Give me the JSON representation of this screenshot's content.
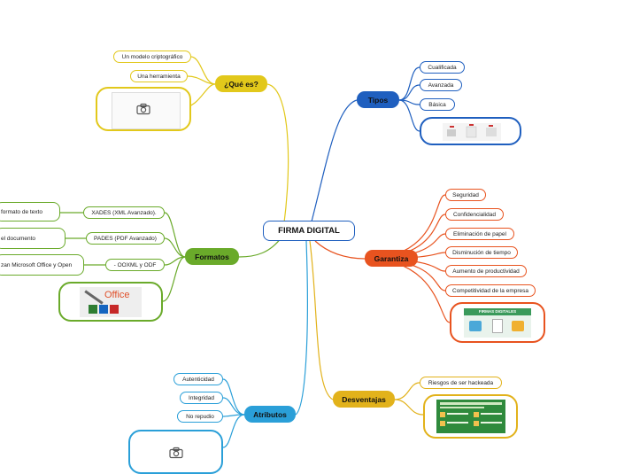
{
  "center": {
    "label": "FIRMA DIGITAL"
  },
  "que_es": {
    "label": "¿Qué es?",
    "color": "#e2c81b",
    "items": [
      "Un modelo criptográfico",
      "Una herramienta"
    ]
  },
  "tipos": {
    "label": "Tipos",
    "color": "#1f5fbf",
    "items": [
      "Cualificada",
      "Avanzada",
      "Básica"
    ]
  },
  "formatos": {
    "label": "Formatos",
    "color": "#6aaa2a",
    "items": [
      "XADES (XML Avanzado).",
      "PADES (PDF Avanzado)",
      "- OOXML y ODF"
    ],
    "subitems": [
      "formato de texto",
      "el documento",
      "zan Microsoft Office y Open"
    ],
    "image_text": "Office"
  },
  "garantiza": {
    "label": "Garantiza",
    "color": "#e8531f",
    "items": [
      "Seguridad",
      "Confidencialidad",
      "Eliminación de papel",
      "Disminución de tiempo",
      "Aumento de productividad",
      "Competitividad de la empresa"
    ],
    "image_text": "FIRMAS DIGITALES"
  },
  "desventajas": {
    "label": "Desventajas",
    "color": "#e2b21b",
    "items": [
      "Riesgos de ser hackeada"
    ]
  },
  "atributos": {
    "label": "Atributos",
    "color": "#2a9fd8",
    "items": [
      "Autenticidad",
      "Integridad",
      "No repudio"
    ]
  }
}
